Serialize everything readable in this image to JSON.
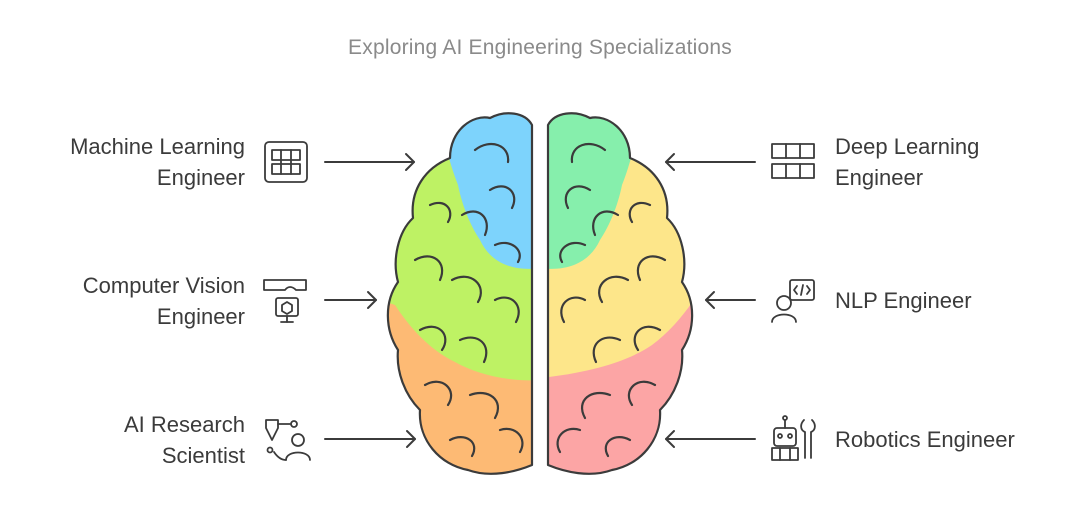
{
  "title": "Exploring AI Engineering Specializations",
  "specializations": [
    {
      "lines": [
        "Machine Learning",
        "Engineer"
      ],
      "icon": "grid-panel-icon",
      "side": "left",
      "color": "#7dd3fc"
    },
    {
      "lines": [
        "Computer Vision",
        "Engineer"
      ],
      "icon": "vr-monitor-icon",
      "side": "left",
      "color": "#bef264"
    },
    {
      "lines": [
        "AI Research",
        "Scientist"
      ],
      "icon": "scientist-icon",
      "side": "left",
      "color": "#fdba74"
    },
    {
      "lines": [
        "Deep Learning",
        "Engineer"
      ],
      "icon": "layers-grid-icon",
      "side": "right",
      "color": "#86efac"
    },
    {
      "lines": [
        "NLP Engineer"
      ],
      "icon": "coder-icon",
      "side": "right",
      "color": "#fde68a"
    },
    {
      "lines": [
        "Robotics Engineer"
      ],
      "icon": "robot-wrench-icon",
      "side": "right",
      "color": "#fca5a5"
    }
  ]
}
